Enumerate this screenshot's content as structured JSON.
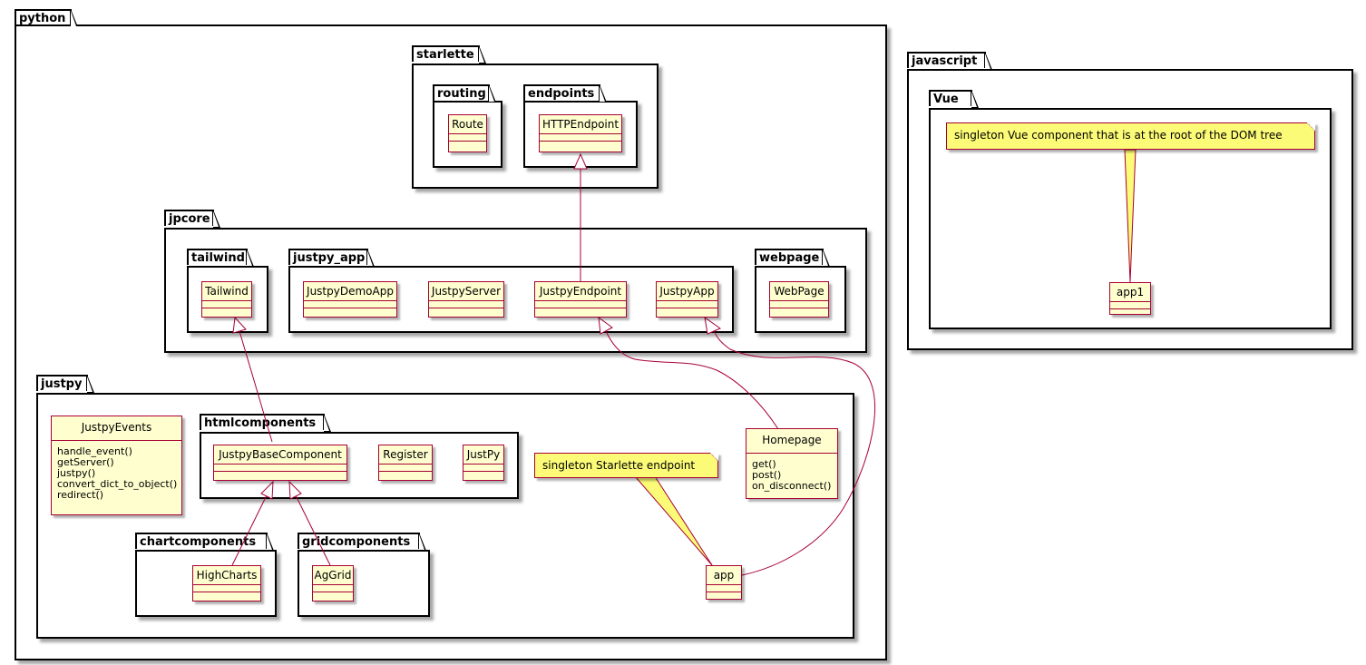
{
  "packages": {
    "python": "python",
    "starlette": "starlette",
    "routing": "routing",
    "endpoints": "endpoints",
    "jpcore": "jpcore",
    "tailwind": "tailwind",
    "justpy_app": "justpy_app",
    "webpage": "webpage",
    "justpy": "justpy",
    "htmlcomponents": "htmlcomponents",
    "chartcomponents": "chartcomponents",
    "gridcomponents": "gridcomponents",
    "javascript": "javascript",
    "vue": "Vue"
  },
  "classes": {
    "route": "Route",
    "httpendpoint": "HTTPEndpoint",
    "tailwind": "Tailwind",
    "justpydemoapp": "JustpyDemoApp",
    "justpyserver": "JustpyServer",
    "justpyendpoint": "JustpyEndpoint",
    "justpyapp": "JustpyApp",
    "webpage": "WebPage",
    "justpyevents": {
      "name": "JustpyEvents",
      "methods": [
        "handle_event()",
        "getServer()",
        "justpy()",
        "convert_dict_to_object()",
        "redirect()"
      ]
    },
    "justpybasecomponent": "JustpyBaseComponent",
    "register": "Register",
    "justpy": "JustPy",
    "homepage": {
      "name": "Homepage",
      "methods": [
        "get()",
        "post()",
        "on_disconnect()"
      ]
    },
    "highcharts": "HighCharts",
    "aggrid": "AgGrid",
    "app": "app",
    "app1": "app1"
  },
  "notes": {
    "starlette_note": "singleton Starlette endpoint",
    "vue_note": "singleton Vue component that is at the root of the DOM tree"
  },
  "colors": {
    "class_fill": "#fefece",
    "class_border": "#a80036",
    "note_fill": "#fbfb77"
  }
}
